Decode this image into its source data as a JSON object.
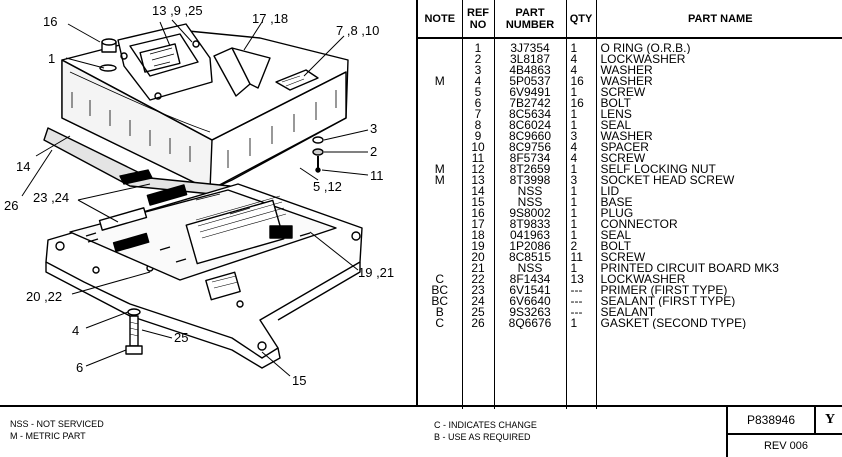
{
  "diagram": {
    "callouts": [
      {
        "id": "c16",
        "text": "16"
      },
      {
        "id": "c13",
        "text": "13 ,9 ,25"
      },
      {
        "id": "c17",
        "text": "17 ,18"
      },
      {
        "id": "c7",
        "text": "7 ,8 ,10"
      },
      {
        "id": "c1",
        "text": "1"
      },
      {
        "id": "c3",
        "text": "3"
      },
      {
        "id": "c2",
        "text": "2"
      },
      {
        "id": "c11",
        "text": "11"
      },
      {
        "id": "c14",
        "text": "14"
      },
      {
        "id": "c5",
        "text": "5 ,12"
      },
      {
        "id": "c26",
        "text": "26"
      },
      {
        "id": "c23",
        "text": "23 ,24"
      },
      {
        "id": "c19",
        "text": "19 ,21"
      },
      {
        "id": "c20",
        "text": "20 ,22"
      },
      {
        "id": "c4",
        "text": "4"
      },
      {
        "id": "c25",
        "text": "25"
      },
      {
        "id": "c6",
        "text": "6"
      },
      {
        "id": "c15",
        "text": "15"
      }
    ]
  },
  "table": {
    "headers": {
      "note": "NOTE",
      "ref": "REF NO",
      "part": "PART NUMBER",
      "qty": "QTY",
      "name": "PART NAME"
    },
    "rows": [
      {
        "note": "",
        "ref": "1",
        "pn": "3J7354",
        "qty": "1",
        "name": "O RING (O.R.B.)"
      },
      {
        "note": "",
        "ref": "2",
        "pn": "3L8187",
        "qty": "4",
        "name": "LOCKWASHER"
      },
      {
        "note": "",
        "ref": "3",
        "pn": "4B4863",
        "qty": "4",
        "name": "WASHER"
      },
      {
        "note": "M",
        "ref": "4",
        "pn": "5P0537",
        "qty": "16",
        "name": "WASHER"
      },
      {
        "note": "",
        "ref": "5",
        "pn": "6V9491",
        "qty": "1",
        "name": "SCREW"
      },
      {
        "note": "",
        "ref": "6",
        "pn": "7B2742",
        "qty": "16",
        "name": "BOLT"
      },
      {
        "note": "",
        "ref": "7",
        "pn": "8C5634",
        "qty": "1",
        "name": "LENS"
      },
      {
        "note": "",
        "ref": "8",
        "pn": "8C6024",
        "qty": "1",
        "name": "SEAL"
      },
      {
        "note": "",
        "ref": "9",
        "pn": "8C9660",
        "qty": "3",
        "name": "WASHER"
      },
      {
        "note": "",
        "ref": "10",
        "pn": "8C9756",
        "qty": "4",
        "name": "SPACER"
      },
      {
        "note": "",
        "ref": "11",
        "pn": "8F5734",
        "qty": "4",
        "name": "SCREW"
      },
      {
        "note": "M",
        "ref": "12",
        "pn": "8T2659",
        "qty": "1",
        "name": "SELF LOCKING NUT"
      },
      {
        "note": "M",
        "ref": "13",
        "pn": "8T3998",
        "qty": "3",
        "name": "SOCKET HEAD SCREW"
      },
      {
        "note": "",
        "ref": "14",
        "pn": "NSS",
        "qty": "1",
        "name": "LID"
      },
      {
        "note": "",
        "ref": "15",
        "pn": "NSS",
        "qty": "1",
        "name": "BASE"
      },
      {
        "note": "",
        "ref": "16",
        "pn": "9S8002",
        "qty": "1",
        "name": "PLUG"
      },
      {
        "note": "",
        "ref": "17",
        "pn": "8T9833",
        "qty": "1",
        "name": "CONNECTOR"
      },
      {
        "note": "",
        "ref": "18",
        "pn": "041963",
        "qty": "1",
        "name": "SEAL"
      },
      {
        "note": "",
        "ref": "19",
        "pn": "1P2086",
        "qty": "2",
        "name": "BOLT"
      },
      {
        "note": "",
        "ref": "20",
        "pn": "8C8515",
        "qty": "11",
        "name": "SCREW"
      },
      {
        "note": "",
        "ref": "21",
        "pn": "NSS",
        "qty": "1",
        "name": "PRINTED CIRCUIT BOARD MK3"
      },
      {
        "note": "C",
        "ref": "22",
        "pn": "8F1434",
        "qty": "13",
        "name": "LOCKWASHER"
      },
      {
        "note": "BC",
        "ref": "23",
        "pn": "6V1541",
        "qty": "---",
        "name": "PRIMER  (FIRST TYPE)"
      },
      {
        "note": "BC",
        "ref": "24",
        "pn": "6V6640",
        "qty": "---",
        "name": "SEALANT (FIRST TYPE)"
      },
      {
        "note": "B",
        "ref": "25",
        "pn": "9S3263",
        "qty": "---",
        "name": "SEALANT"
      },
      {
        "note": "C",
        "ref": "26",
        "pn": "8Q6676",
        "qty": "1",
        "name": "GASKET (SECOND TYPE)"
      }
    ]
  },
  "footer": {
    "legend_left": [
      "NSS - NOT SERVICED",
      "M - METRIC PART"
    ],
    "legend_mid": [
      "C - INDICATES CHANGE",
      "B - USE AS REQUIRED"
    ],
    "doc_number": "P838946",
    "doc_code": "Y",
    "revision": "REV 006"
  }
}
